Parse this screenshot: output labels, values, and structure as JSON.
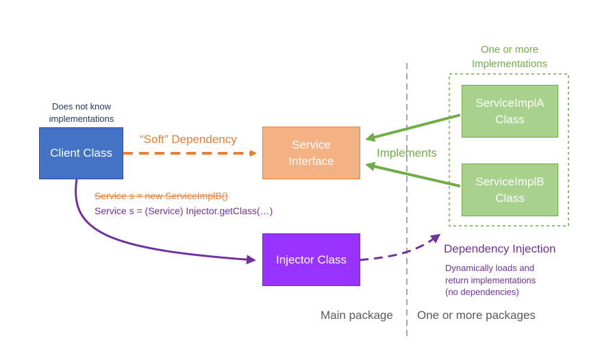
{
  "colors": {
    "client": "#4472c4",
    "client_border": "#2f528f",
    "service": "#f4b183",
    "service_border": "#ed7d31",
    "impl": "#a9d18e",
    "impl_border": "#70ad47",
    "injector": "#9933ff",
    "injector_border": "#7030a0",
    "soft_dependency": "#ed7d31",
    "implements": "#70ad47",
    "injection": "#7030a0",
    "divider": "#a6a6a6",
    "text_dark": "#1f3864",
    "text_gray": "#595959"
  },
  "client": {
    "label": "Client Class",
    "note_line1": "Does not know",
    "note_line2": "implementations"
  },
  "service": {
    "line1": "Service",
    "line2": "Interface"
  },
  "impl_a": {
    "line1": "ServiceImplA",
    "line2": "Class"
  },
  "impl_b": {
    "line1": "ServiceImplB",
    "line2": "Class"
  },
  "impl_group": {
    "line1": "One or more",
    "line2": "Implementations"
  },
  "injector": {
    "label": "Injector Class"
  },
  "arrows": {
    "soft_dependency": "“Soft” Dependency",
    "implements": "Implements"
  },
  "code": {
    "old_line": "Service s = new ServiceImplB()",
    "new_line": "Service s = (Service) Injector.getClass(…)"
  },
  "injection": {
    "title": "Dependency Injection",
    "desc_line1": "Dynamically loads and",
    "desc_line2": "return implementations",
    "desc_line3": "(no dependencies)"
  },
  "packages": {
    "main": "Main package",
    "other": "One or more packages"
  }
}
